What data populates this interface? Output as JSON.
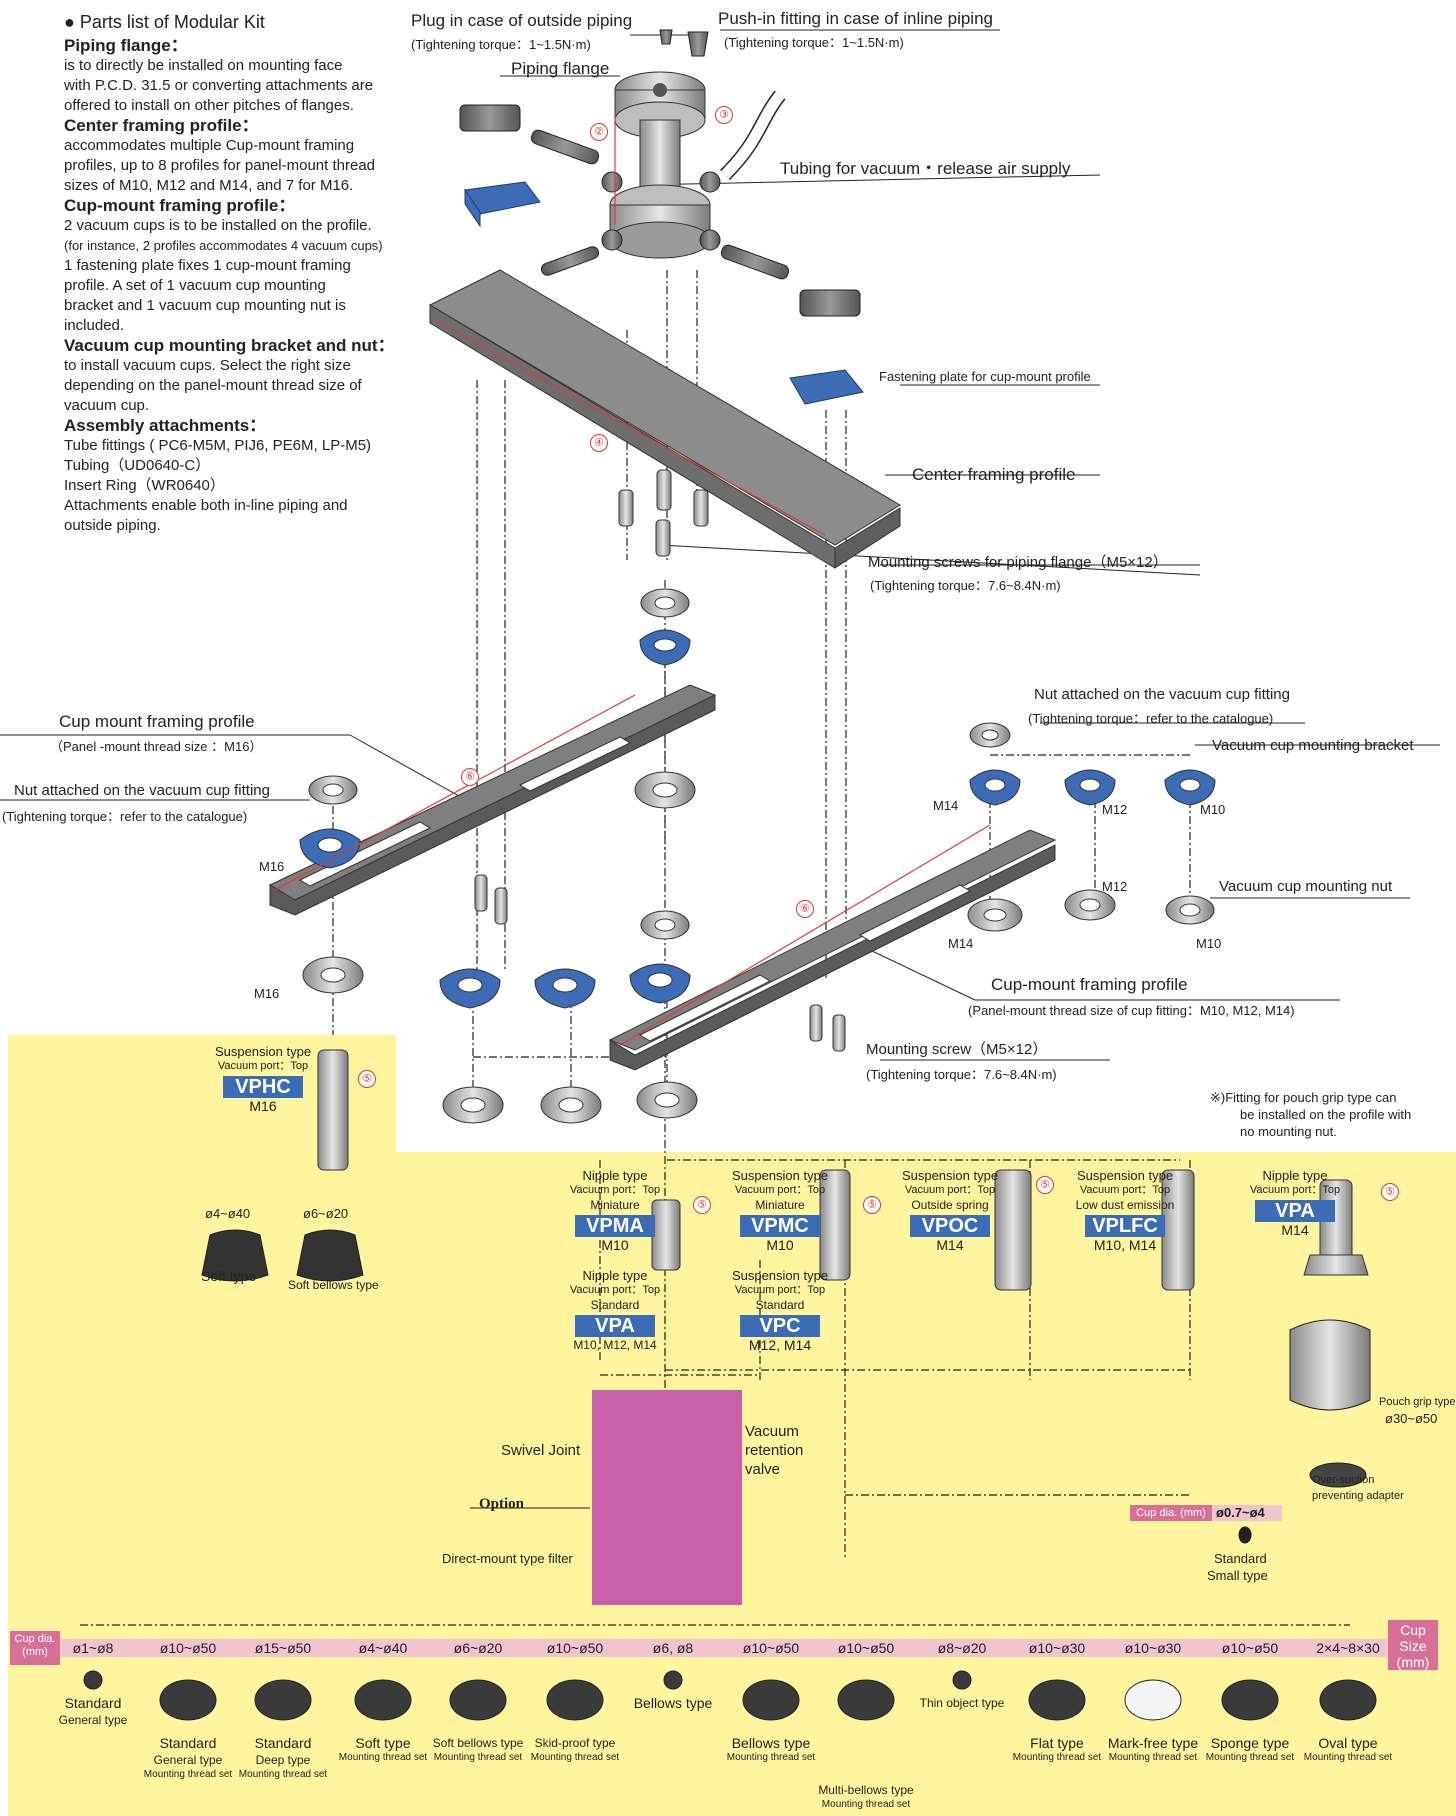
{
  "intro": {
    "heading": "Parts list of Modular Kit",
    "items": [
      {
        "title": "Piping flange：",
        "text": [
          "is to directly be installed on mounting face",
          "with P.C.D. 31.5 or converting attachments are",
          "offered to install on other pitches of flanges."
        ]
      },
      {
        "title": "Center framing profile：",
        "text": [
          "accommodates multiple Cup-mount framing",
          "profiles, up to 8 profiles for panel-mount thread",
          "sizes of M10, M12 and M14, and 7 for M16."
        ]
      },
      {
        "title": "Cup-mount framing profile：",
        "text": [
          "2 vacuum cups is to be installed on the profile."
        ]
      },
      {
        "title": "",
        "note": "(for instance, 2 profiles accommodates 4 vacuum cups)"
      },
      {
        "title": "",
        "text": [
          "1 fastening plate fixes 1 cup-mount framing",
          "profile.   A set of 1 vacuum cup mounting",
          "bracket and 1 vacuum cup mounting nut is",
          "included."
        ]
      },
      {
        "title": "Vacuum cup mounting bracket and nut：",
        "text": [
          "to install vacuum cups.  Select the right size",
          "depending on the panel-mount thread size of",
          "vacuum cup."
        ]
      },
      {
        "title": "Assembly attachments：",
        "text": [
          "Tube fittings ( PC6-M5M, PIJ6, PE6M, LP-M5)",
          "Tubing（UD0640-C）",
          "Insert Ring（WR0640）",
          "Attachments enable both in-line piping and",
          "outside piping."
        ]
      }
    ]
  },
  "labels": {
    "plug": "Plug in case of outside piping",
    "plug_torque": "(Tightening torque：1~1.5N·m)",
    "pushin": "Push-in fitting in case of inline piping",
    "pushin_torque": "(Tightening torque：1~1.5N·m)",
    "piping_flange": "Piping flange",
    "tubing": "Tubing for vacuum・release air supply",
    "fastening_plate": "Fastening plate for cup-mount profile",
    "center_profile": "Center framing profile",
    "mount_screws_flange": "Mounting screws for piping flange（M5×12）",
    "mount_screws_flange_torque": "(Tightening torque：7.6~8.4N·m)",
    "cup_mount_profile_left": "Cup mount framing profile",
    "cup_mount_profile_left_sub": "（Panel -mount thread size  ：M16）",
    "nut_attached_left": "Nut attached on the vacuum cup fitting",
    "nut_attached_left_torque": "(Tightening torque：refer to the catalogue)",
    "nut_attached_right": "Nut attached on the vacuum cup fitting",
    "nut_attached_right_torque": "(Tightening torque：refer to the catalogue)",
    "bracket": "Vacuum cup mounting bracket",
    "mounting_nut": "Vacuum cup mounting nut",
    "cup_mount_profile_right": "Cup-mount framing profile",
    "cup_mount_profile_right_sub": "(Panel-mount thread size of cup fitting：M10, M12, M14)",
    "mount_screw": "Mounting screw（M5×12）",
    "mount_screw_torque": "(Tightening torque：7.6~8.4N·m)",
    "m16_a": "M16",
    "m16_b": "M16",
    "m14_a": "M14",
    "m12_a": "M12",
    "m10_a": "M10",
    "m12_b": "M12",
    "m14_b": "M14",
    "m10_b": "M10",
    "pouch_note": "※)Fitting for pouch grip type can",
    "pouch_note2": "be installed on the profile with",
    "pouch_note3": "no mounting nut."
  },
  "markers": {
    "n2": "②",
    "n3": "③",
    "n4": "④",
    "n5": "⑤",
    "n6": "⑥"
  },
  "fittings": [
    {
      "type": "Suspension type",
      "port": "Vacuum port：Top",
      "sub": "",
      "model": "VPHC",
      "size": "M16"
    },
    {
      "type": "Nipple type",
      "port": "Vacuum port：Top",
      "sub": "Miniature",
      "model": "VPMA",
      "size": "M10"
    },
    {
      "type": "Suspension type",
      "port": "Vacuum port：Top",
      "sub": "Miniature",
      "model": "VPMC",
      "size": "M10"
    },
    {
      "type": "Suspension type",
      "port": "Vacuum port：Top",
      "sub": "Outside spring",
      "model": "VPOC",
      "size": "M14"
    },
    {
      "type": "Suspension type",
      "port": "Vacuum port：Top",
      "sub": "Low dust emission",
      "model": "VPLFC",
      "size": "M10, M14"
    },
    {
      "type": "Nipple type",
      "port": "Vacuum port：Top",
      "sub": "",
      "model": "VPA",
      "size": "M14"
    },
    {
      "type": "Nipple type",
      "port": "Vacuum port：Top",
      "sub": "Standard",
      "model": "VPA",
      "size": "M10, M12, M14"
    },
    {
      "type": "Suspension type",
      "port": "Vacuum port：Top",
      "sub": "Standard",
      "model": "VPC",
      "size": "M12, M14"
    }
  ],
  "vphc_cups": [
    {
      "size": "ø4~ø40",
      "name": "Soft type"
    },
    {
      "size": "ø6~ø20",
      "name": "Soft bellows type"
    }
  ],
  "option": {
    "title": "Option",
    "swivel": "Swivel Joint",
    "vac1": "Vacuum",
    "vac2": "retention",
    "vac3": "valve",
    "filter": "Direct-mount type filter"
  },
  "pouch": {
    "name": "Pouch grip type",
    "size": "ø30~ø50",
    "adapter1": "Over-suction",
    "adapter2": "preventing adapter"
  },
  "small": {
    "cupdia": "Cup dia. (mm)",
    "size": "ø0.7~ø4",
    "name1": "Standard",
    "name2": "Small type"
  },
  "bottom": {
    "cupdia_label": "Cup dia.\n(mm)",
    "cupsize_label": "Cup Size (mm)",
    "cups": [
      {
        "size": "ø1~ø8",
        "name": [
          "Standard",
          "General type"
        ],
        "set": ""
      },
      {
        "size": "ø10~ø50",
        "name": [
          "Standard",
          "General type"
        ],
        "set": "Mounting thread set"
      },
      {
        "size": "ø15~ø50",
        "name": [
          "Standard",
          "Deep type"
        ],
        "set": "Mounting thread set"
      },
      {
        "size": "ø4~ø40",
        "name": [
          "Soft type"
        ],
        "set": "Mounting thread set"
      },
      {
        "size": "ø6~ø20",
        "name": [
          "Soft bellows type"
        ],
        "set": "Mounting thread set"
      },
      {
        "size": "ø10~ø50",
        "name": [
          "Skid-proof type"
        ],
        "set": "Mounting thread set"
      },
      {
        "size": "ø6, ø8",
        "name": [
          "Bellows type"
        ],
        "set": ""
      },
      {
        "size": "ø10~ø50",
        "name": [
          "Bellows type"
        ],
        "set": "Mounting thread set"
      },
      {
        "size": "ø10~ø50",
        "name": [
          "Multi-bellows type"
        ],
        "set": "Mounting thread set"
      },
      {
        "size": "ø8~ø20",
        "name": [
          "Thin object type"
        ],
        "set": ""
      },
      {
        "size": "ø10~ø30",
        "name": [
          "Flat type"
        ],
        "set": "Mounting thread set"
      },
      {
        "size": "ø10~ø30",
        "name": [
          "Mark-free type"
        ],
        "set": "Mounting thread set"
      },
      {
        "size": "ø10~ø50",
        "name": [
          "Sponge type"
        ],
        "set": "Mounting thread set"
      },
      {
        "size": "2×4~8×30",
        "name": [
          "Oval type"
        ],
        "set": "Mounting thread set"
      }
    ]
  },
  "colors": {
    "yellow": "#fff59e",
    "pink": "#f0c5cd",
    "magenta": "#c760a8",
    "blue": "#3b6cb5",
    "red": "#e2382f"
  }
}
